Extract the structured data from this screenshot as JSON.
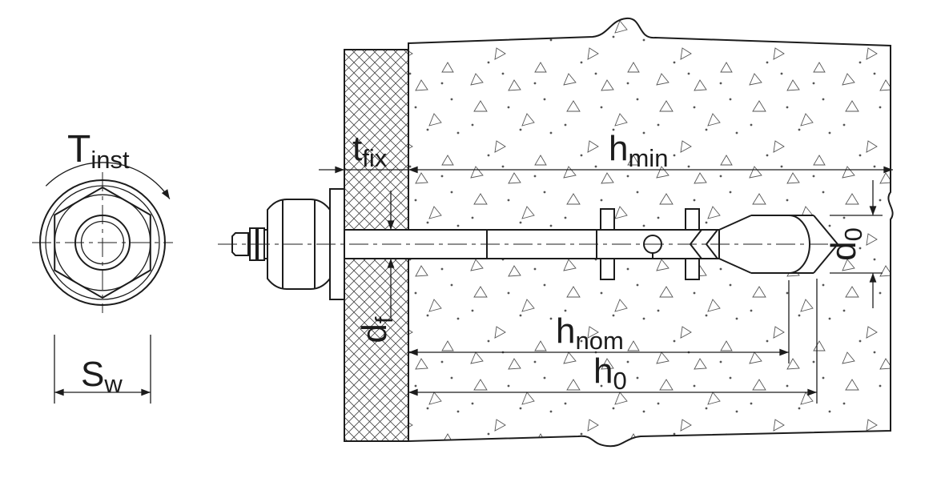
{
  "labels": {
    "torque": {
      "main": "T",
      "sub": "inst"
    },
    "wrench_size": {
      "main": "S",
      "sub": "w"
    },
    "fixture_thickness": {
      "main": "t",
      "sub": "fix"
    },
    "min_member_thickness": {
      "main": "h",
      "sub": "min"
    },
    "fixture_hole_diameter": {
      "main": "d",
      "sub": "f"
    },
    "nominal_embedment_depth": {
      "main": "h",
      "sub": "nom"
    },
    "drill_hole_depth": {
      "main": "h",
      "sub": "0"
    },
    "drill_hole_diameter": {
      "main": "d",
      "sub": "0"
    }
  },
  "colors": {
    "line": "#1c1c1c",
    "background": "#ffffff",
    "hatch": "#444444",
    "stipple": "#555555"
  }
}
